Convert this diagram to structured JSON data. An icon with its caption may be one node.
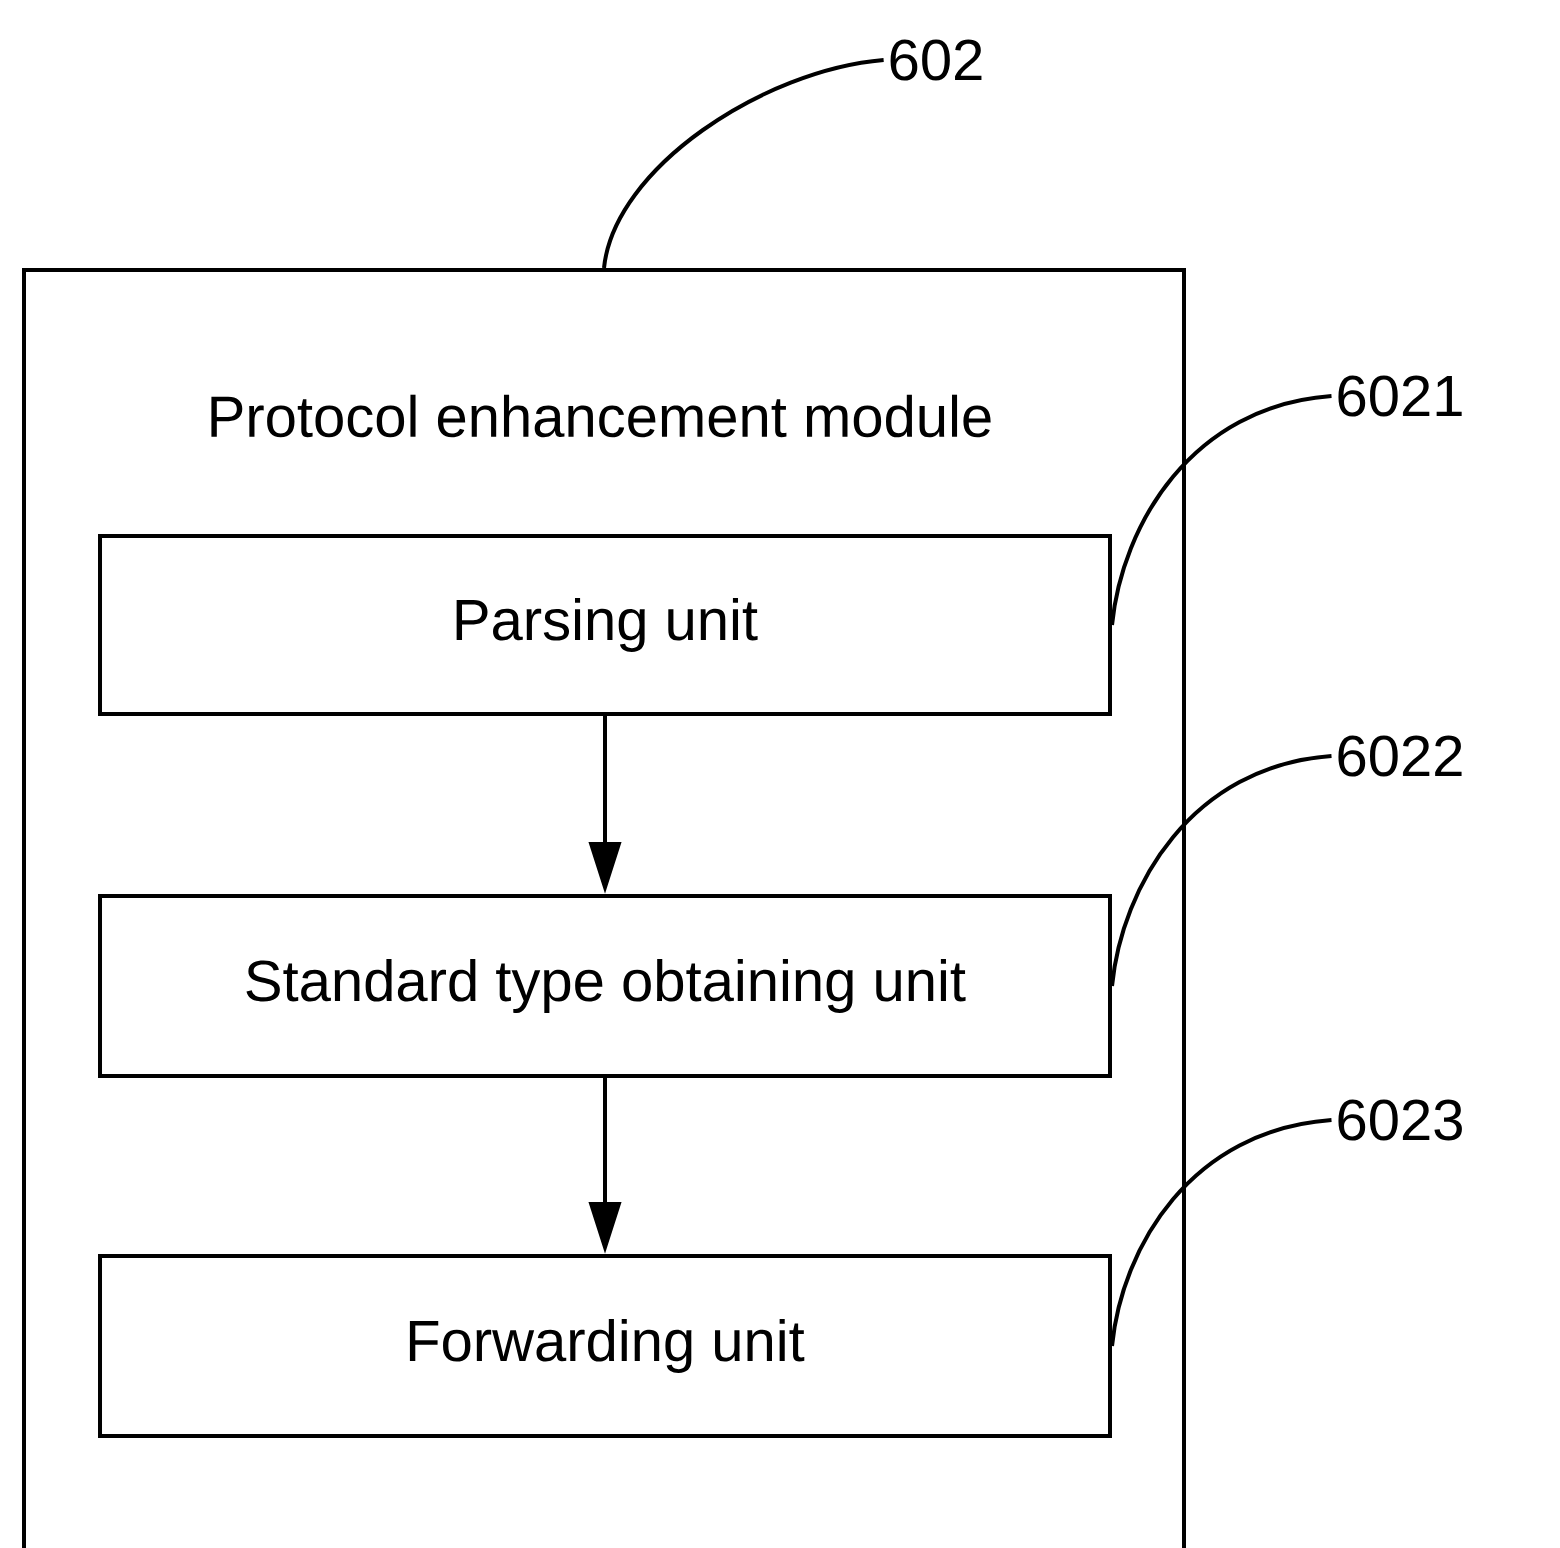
{
  "diagram": {
    "nodes": [
      {
        "text": [
          "Protocol enhancement module"
        ]
      },
      {
        "text": [
          "Parsing unit"
        ],
        "in": 0
      },
      {
        "text": [
          "Standard type obtaining unit"
        ],
        "in": 0
      },
      {
        "text": [
          "Forwarding unit"
        ],
        "in": 0
      },
      {
        "text": [
          "602"
        ]
      },
      {
        "text": [
          "6021"
        ]
      },
      {
        "text": [
          "6022"
        ]
      },
      {
        "text": [
          "6023"
        ]
      }
    ],
    "edges": [
      {
        "from": 1,
        "to": 2,
        "arrow": "to"
      },
      {
        "from": 2,
        "to": 3,
        "arrow": "to"
      },
      {
        "from": 4,
        "to": 0,
        "arrow": "none"
      },
      {
        "from": 5,
        "to": 1,
        "arrow": "none"
      },
      {
        "from": 6,
        "to": 2,
        "arrow": "none"
      },
      {
        "from": 7,
        "to": 3,
        "arrow": "none"
      }
    ]
  }
}
